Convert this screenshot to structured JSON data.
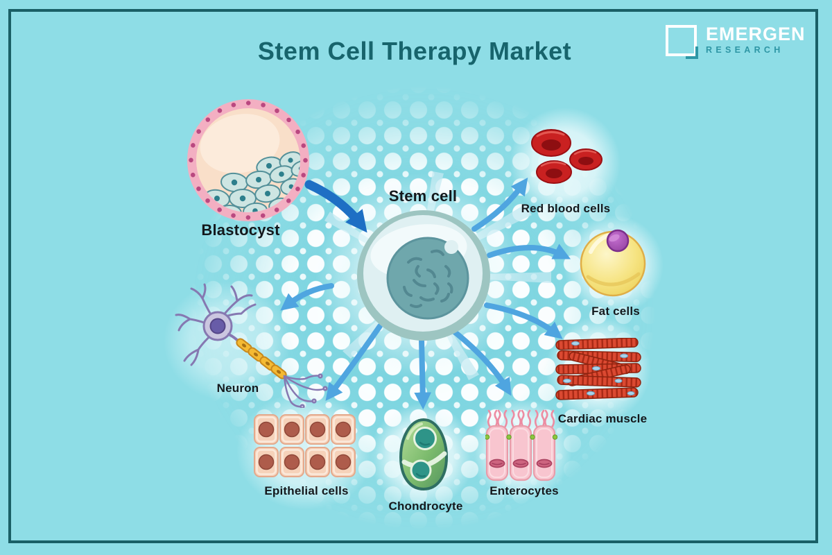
{
  "title": "Stem Cell Therapy Market",
  "brand": {
    "name": "EMERGEN",
    "subname": "RESEARCH"
  },
  "labels": {
    "stem_cell": "Stem cell",
    "blastocyst": "Blastocyst",
    "red_blood_cells": "Red blood cells",
    "fat_cells": "Fat cells",
    "cardiac_muscle": "Cardiac muscle",
    "neuron": "Neuron",
    "epithelial_cells": "Epithelial cells",
    "chondrocyte": "Chondrocyte",
    "enterocytes": "Enterocytes"
  },
  "diagram": {
    "type": "radial-differentiation",
    "center": "Stem cell",
    "source": "Blastocyst",
    "derived": [
      "Red blood cells",
      "Fat cells",
      "Cardiac muscle",
      "Enterocytes",
      "Chondrocyte",
      "Epithelial cells",
      "Neuron"
    ],
    "relations": [
      {
        "from": "Blastocyst",
        "to": "Stem cell"
      },
      {
        "from": "Stem cell",
        "to": "Red blood cells"
      },
      {
        "from": "Stem cell",
        "to": "Fat cells"
      },
      {
        "from": "Stem cell",
        "to": "Cardiac muscle"
      },
      {
        "from": "Stem cell",
        "to": "Enterocytes"
      },
      {
        "from": "Stem cell",
        "to": "Chondrocyte"
      },
      {
        "from": "Stem cell",
        "to": "Epithelial cells"
      },
      {
        "from": "Stem cell",
        "to": "Neuron"
      }
    ]
  },
  "colors": {
    "background": "#8EDDE6",
    "frame": "#1A5F66",
    "title_text": "#17646C",
    "label_text": "#14181C",
    "arrow": "#4FA5E0",
    "arrow_dark": "#1E6FC4",
    "halftone_dot": "#FFFFFF",
    "logo_white": "#FFFFFF",
    "logo_teal": "#2E96A5"
  }
}
